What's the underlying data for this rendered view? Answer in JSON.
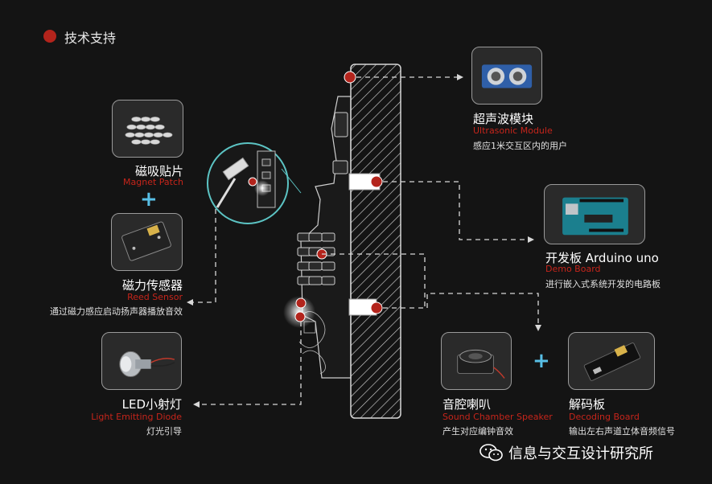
{
  "header": {
    "title": "技术支持"
  },
  "components": {
    "ultrasonic": {
      "title": "超声波模块",
      "subtitle": "Ultrasonic Module",
      "description": "感应1米交互区内的用户"
    },
    "magnet": {
      "title": "磁吸贴片",
      "subtitle": "Magnet Patch"
    },
    "reed": {
      "title": "磁力传感器",
      "subtitle": "Reed Sensor",
      "description": "通过磁力感应启动扬声器播放音效"
    },
    "arduino": {
      "title": "开发板 Arduino uno",
      "subtitle": "Demo Board",
      "description": "进行嵌入式系统开发的电路板"
    },
    "led": {
      "title": "LED小射灯",
      "subtitle": "Light Emitting Diode",
      "description": "灯光引导"
    },
    "speaker": {
      "title": "音腔喇叭",
      "subtitle": "Sound Chamber Speaker",
      "description": "产生对应编钟音效"
    },
    "decoder": {
      "title": "解码板",
      "subtitle": "Decoding Board",
      "description": "输出左右声道立体音频信号"
    }
  },
  "plus_symbol": "+",
  "footer": {
    "text": "信息与交互设计研究所",
    "icon": "wechat-icon"
  },
  "colors": {
    "accent_red": "#c6251b",
    "dot_red": "#b3241c",
    "plus_blue": "#58bfe6",
    "background": "#141414",
    "line": "#d8d8d8"
  }
}
